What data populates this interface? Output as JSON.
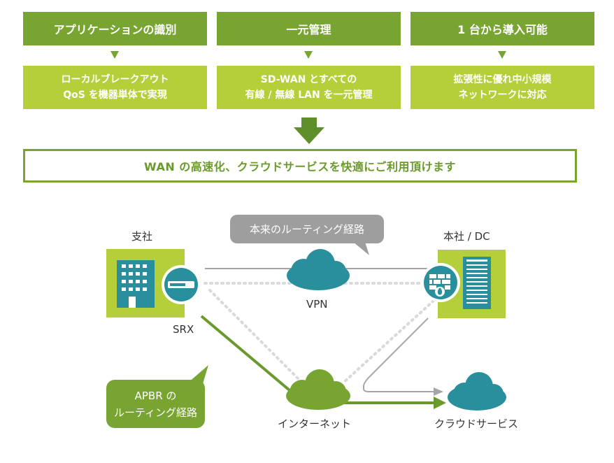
{
  "colors": {
    "dark_green": "#78a532",
    "light_green": "#b5cf3b",
    "teal": "#2a8f9c",
    "gray": "#a6a6a6",
    "callout_gray": "#9e9e9e"
  },
  "columns": [
    {
      "title": "アプリケーションの識別",
      "lines": [
        "ローカルブレークアウト",
        "QoS を機器単体で実現"
      ]
    },
    {
      "title": "一元管理",
      "lines": [
        "SD-WAN とすべての",
        "有線 / 無線 LAN を一元管理"
      ]
    },
    {
      "title": "1 台から導入可能",
      "lines": [
        "拡張性に優れ中小規模",
        "ネットワークに対応"
      ]
    }
  ],
  "banner": "WAN の高速化、クラウドサービスを快適にご利用頂けます",
  "diagram": {
    "branch_label": "支社",
    "hq_label": "本社 / DC",
    "srx_label": "SRX",
    "vpn_label": "VPN",
    "internet_label": "インターネット",
    "cloud_label": "クラウドサービス",
    "route_callout": "本来のルーティング経路",
    "apbr_callout": [
      "APBR の",
      "ルーティング経路"
    ]
  }
}
